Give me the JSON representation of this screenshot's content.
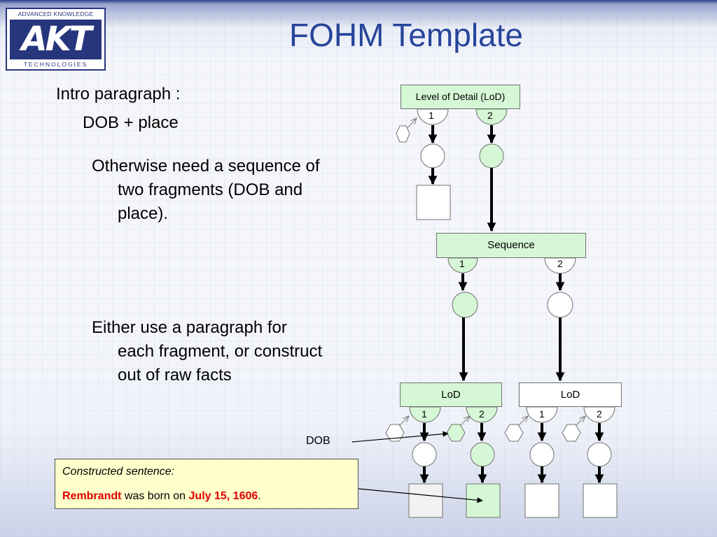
{
  "logo": {
    "top_text": "ADVANCED KNOWLEDGE",
    "mark": "AKT",
    "bottom_text": "TECHNOLOGIES"
  },
  "title": "FOHM Template",
  "body_text": {
    "intro": "Intro paragraph :",
    "dob_place": "DOB + place",
    "otherwise_1": "Otherwise need a sequence of",
    "otherwise_2": "two fragments (DOB and",
    "otherwise_3": "place).",
    "either_1": "Either use a paragraph for",
    "either_2": "each fragment, or construct",
    "either_3": "out of raw facts"
  },
  "diagram": {
    "lod_top_label": "Level of Detail (LoD)",
    "sequence_label": "Sequence",
    "lod_left_label": "LoD",
    "lod_right_label": "LoD",
    "slot_1": "1",
    "slot_2": "2",
    "dob_label": "DOB"
  },
  "note": {
    "heading": "Constructed sentence:",
    "subject": "Rembrandt",
    "middle": " was born on ",
    "date": "July 15, 1606",
    "end": "."
  },
  "colors": {
    "title_blue": "#27459a",
    "logo_navy": "#27357c",
    "node_green": "#d5f7d5",
    "highlight_red": "#e00000",
    "note_yellow": "#ffffcc"
  }
}
